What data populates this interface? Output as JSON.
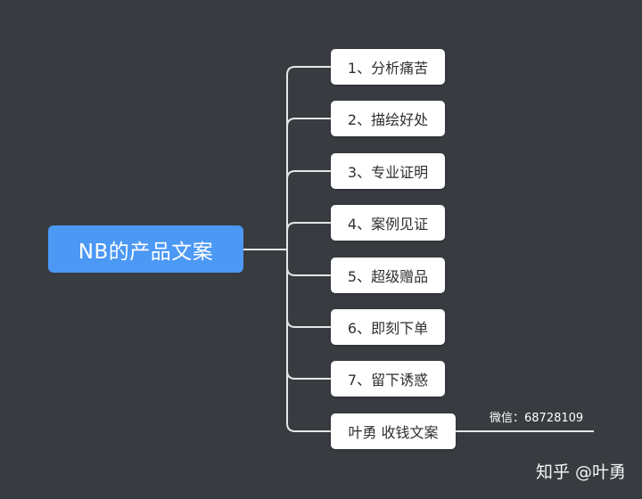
{
  "root": {
    "label": "NB的产品文案"
  },
  "branches": [
    {
      "label": "1、分析痛苦"
    },
    {
      "label": "2、描绘好处"
    },
    {
      "label": "3、专业证明"
    },
    {
      "label": "4、案例见证"
    },
    {
      "label": "5、超级赠品"
    },
    {
      "label": "6、即刻下单"
    },
    {
      "label": "7、留下诱惑"
    },
    {
      "label": "叶勇 收钱文案"
    }
  ],
  "annotation": {
    "text": "微信：68728109"
  },
  "watermark": {
    "text": "知乎 @叶勇"
  },
  "colors": {
    "background": "#383b40",
    "root_fill": "#4b98f5",
    "node_fill": "#ffffff",
    "connector": "#e6e6e6"
  }
}
